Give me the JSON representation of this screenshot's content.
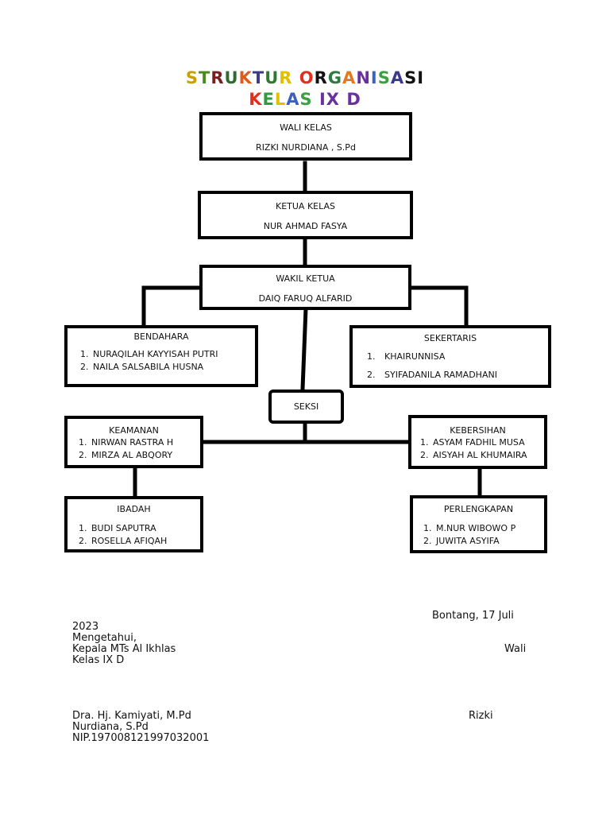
{
  "title": {
    "line1": [
      {
        "ch": "S",
        "color": "#c8a000"
      },
      {
        "ch": "T",
        "color": "#4a8a1e"
      },
      {
        "ch": "R",
        "color": "#7a1f1f"
      },
      {
        "ch": "U",
        "color": "#2f6b2f"
      },
      {
        "ch": "K",
        "color": "#e05a1a"
      },
      {
        "ch": "T",
        "color": "#3a3a8a"
      },
      {
        "ch": "U",
        "color": "#2f7a2f"
      },
      {
        "ch": "R",
        "color": "#e0c000"
      },
      {
        "ch": " ",
        "color": "#000000"
      },
      {
        "ch": "O",
        "color": "#e03020"
      },
      {
        "ch": "R",
        "color": "#111111"
      },
      {
        "ch": "G",
        "color": "#2f7a3f"
      },
      {
        "ch": "A",
        "color": "#e07a1a"
      },
      {
        "ch": "N",
        "color": "#6a2fa0"
      },
      {
        "ch": "I",
        "color": "#3a60c0"
      },
      {
        "ch": "S",
        "color": "#3aa040"
      },
      {
        "ch": "A",
        "color": "#3a3a8a"
      },
      {
        "ch": "S",
        "color": "#111111"
      },
      {
        "ch": "I",
        "color": "#111111"
      }
    ],
    "line2": [
      {
        "ch": "K",
        "color": "#e03020"
      },
      {
        "ch": "E",
        "color": "#2f9a3f"
      },
      {
        "ch": "L",
        "color": "#e0c000"
      },
      {
        "ch": "A",
        "color": "#3a60c0"
      },
      {
        "ch": "S",
        "color": "#3aa040"
      },
      {
        "ch": " ",
        "color": "#000000"
      },
      {
        "ch": "I",
        "color": "#6a2fa0"
      },
      {
        "ch": "X",
        "color": "#6a2fa0"
      },
      {
        "ch": " ",
        "color": "#000000"
      },
      {
        "ch": "D",
        "color": "#6a2fa0"
      }
    ]
  },
  "wali": {
    "role": "WALI KELAS",
    "name": "RIZKI NURDIANA , S.Pd"
  },
  "ketua": {
    "role": "KETUA KELAS",
    "name": "NUR AHMAD FASYA"
  },
  "wakil": {
    "role": "WAKIL KETUA",
    "name": "DAIQ FARUQ ALFARID"
  },
  "bendahara": {
    "role": "BENDAHARA",
    "members": [
      "NURAQILAH KAYYISAH PUTRI",
      "NAILA SALSABILA HUSNA"
    ]
  },
  "sekertaris": {
    "role": "SEKERTARIS",
    "members": [
      "KHAIRUNNISA",
      "SYIFADANILA RAMADHANI"
    ]
  },
  "seksi": {
    "label": "SEKSI"
  },
  "keamanan": {
    "role": "KEAMANAN",
    "members": [
      "NIRWAN RASTRA H",
      "MIRZA AL ABQORY"
    ]
  },
  "kebersihan": {
    "role": "KEBERSIHAN",
    "members": [
      "ASYAM FADHIL MUSA",
      "AISYAH AL KHUMAIRA"
    ]
  },
  "ibadah": {
    "role": "IBADAH",
    "members": [
      "BUDI SAPUTRA",
      "ROSELLA AFIQAH"
    ]
  },
  "perlengkapan": {
    "role": "PERLENGKAPAN",
    "members": [
      "M.NUR WIBOWO P",
      "JUWITA ASYIFA"
    ]
  },
  "footer": {
    "date_right": "Bontang, 17 Juli",
    "year": "2023",
    "mengetahui": "Mengetahui,",
    "kepala": "Kepala MTs Al Ikhlas",
    "wali_right": "Wali",
    "kelas": "Kelas IX D",
    "sign_left": "Dra. Hj. Kamiyati, M.Pd",
    "sign_right": "Rizki",
    "sign_cont": "Nurdiana, S.Pd",
    "nip": "NIP.197008121997032001"
  }
}
